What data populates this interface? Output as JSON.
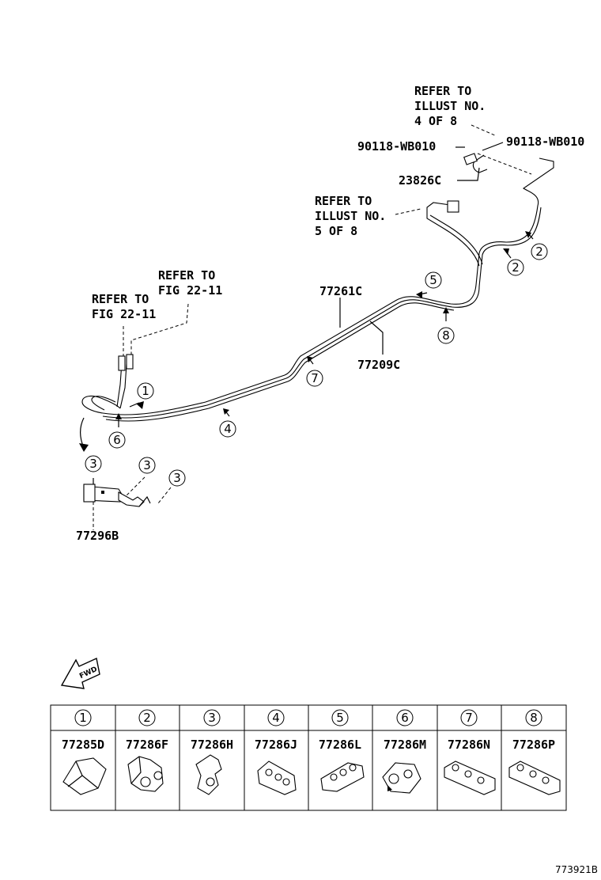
{
  "refer_notes": {
    "illust_4": [
      "REFER TO",
      "ILLUST NO.",
      "4 OF 8"
    ],
    "illust_5": [
      "REFER TO",
      "ILLUST NO.",
      "5 OF 8"
    ],
    "fig_a": [
      "REFER TO",
      "FIG 22-11"
    ],
    "fig_b": [
      "REFER TO",
      "FIG 22-11"
    ]
  },
  "part_labels": {
    "p90118_left": "90118-WB010",
    "p90118_right": "90118-WB010",
    "p23826c": "23826C",
    "p77261c": "77261C",
    "p77209c": "77209C",
    "p77296b": "77296B"
  },
  "callouts": [
    "1",
    "2",
    "2",
    "3",
    "3",
    "3",
    "4",
    "5",
    "6",
    "7",
    "8"
  ],
  "fwd_label": "FWD",
  "legend": {
    "numbers": [
      "1",
      "2",
      "3",
      "4",
      "5",
      "6",
      "7",
      "8"
    ],
    "parts": [
      "77285D",
      "77286F",
      "77286H",
      "77286J",
      "77286L",
      "77286M",
      "77286N",
      "77286P"
    ]
  },
  "figure_id": "773921B"
}
